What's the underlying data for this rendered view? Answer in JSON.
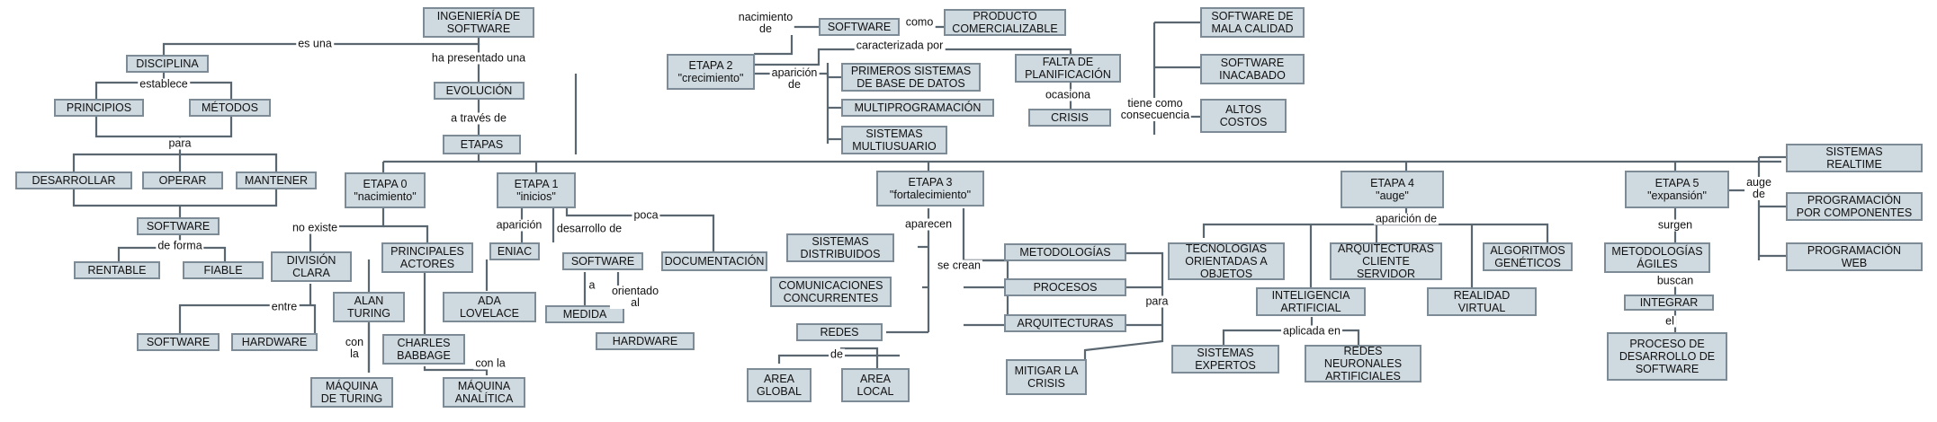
{
  "nodes": {
    "ingenieria": "INGENIERÍA DE\nSOFTWARE",
    "disciplina": "DISCIPLINA",
    "evolucion": "EVOLUCIÓN",
    "etapas": "ETAPAS",
    "principios": "PRINCIPIOS",
    "metodos": "MÉTODOS",
    "desarrollar": "DESARROLLAR",
    "operar": "OPERAR",
    "mantener": "MANTENER",
    "software_a": "SOFTWARE",
    "rentable": "RENTABLE",
    "fiable": "FIABLE",
    "etapa0": "ETAPA 0\n\"nacimiento\"",
    "division_clara": "DIVISIÓN\nCLARA",
    "principales_actores": "PRINCIPALES\nACTORES",
    "software_b": "SOFTWARE",
    "hardware_a": "HARDWARE",
    "alan_turing": "ALAN\nTURING",
    "ada_lovelace": "ADA\nLOVELACE",
    "charles_babbage": "CHARLES\nBABBAGE",
    "maquina_turing": "MÁQUINA\nDE TURING",
    "maquina_analitica": "MÁQUINA\nANALÍTICA",
    "etapa1": "ETAPA 1\n\"inicios\"",
    "eniac": "ENIAC",
    "software_c": "SOFTWARE",
    "documentacion": "DOCUMENTACIÓN",
    "medida": "MEDIDA",
    "hardware_b": "HARDWARE",
    "etapa2": "ETAPA 2\n\"crecimiento\"",
    "software_d": "SOFTWARE",
    "producto": "PRODUCTO\nCOMERCIALIZABLE",
    "primeros_sistemas": "PRIMEROS SISTEMAS\nDE BASE DE DATOS",
    "multiprogramacion": "MULTIPROGRAMACIÓN",
    "sistemas_multiusuario": "SISTEMAS\nMULTIUSUARIO",
    "falta_planificacion": "FALTA DE\nPLANIFICACIÓN",
    "crisis": "CRISIS",
    "software_mala": "SOFTWARE DE\nMALA CALIDAD",
    "software_inacabado": "SOFTWARE\nINACABADO",
    "altos_costos": "ALTOS\nCOSTOS",
    "etapa3": "ETAPA 3\n\"fortalecimiento\"",
    "sistemas_distribuidos": "SISTEMAS\nDISTRIBUIDOS",
    "comunicaciones": "COMUNICACIONES\nCONCURRENTES",
    "redes": "REDES",
    "area_global": "AREA\nGLOBAL",
    "area_local": "AREA\nLOCAL",
    "metodologias": "METODOLOGÍAS",
    "procesos": "PROCESOS",
    "arquitecturas": "ARQUITECTURAS",
    "mitigar": "MITIGAR LA\nCRISIS",
    "etapa4": "ETAPA 4\n\"auge\"",
    "tecnologias_oo": "TECNOLOGÍAS\nORIENTADAS A\nOBJETOS",
    "arq_cliente": "ARQUITECTURAS\nCLIENTE\nSERVIDOR",
    "algoritmos": "ALGORITMOS\nGENÉTICOS",
    "inteligencia": "INTELIGENCIA\nARTIFICIAL",
    "realidad_virtual": "REALIDAD\nVIRTUAL",
    "sistemas_expertos": "SISTEMAS\nEXPERTOS",
    "redes_neuronales": "REDES\nNEURONALES\nARTIFICIALES",
    "etapa5": "ETAPA 5\n\"expansión\"",
    "metodologias_agiles": "METODOLOGÍAS\nÁGILES",
    "integrar": "INTEGRAR",
    "proceso_desarrollo": "PROCESO DE\nDESARROLLO DE\nSOFTWARE",
    "sistemas_realtime": "SISTEMAS\nREALTIME",
    "prog_componentes": "PROGRAMACIÓN\nPOR COMPONENTES",
    "prog_web": "PROGRAMACIÓN\nWEB"
  },
  "labels": {
    "es_una": "es una",
    "ha_presentado_una": "ha presentado una",
    "establece": "establece",
    "a_traves_de": "a través de",
    "para_1": "para",
    "de_forma": "de forma",
    "no_existe": "no existe",
    "entre": "entre",
    "con_la_1": "con\nla",
    "con_la_2": "con la",
    "aparicion_1": "aparición",
    "desarrollo_de": "desarrollo de",
    "poca": "poca",
    "a": "a",
    "orientado_al": "orientado\nal",
    "nacimiento_de": "nacimiento\nde",
    "como": "como",
    "caracterizada_por": "caracterizada por",
    "aparicion_de_2": "aparición\nde",
    "ocasiona": "ocasiona",
    "tiene_como": "tiene como\nconsecuencia",
    "aparecen": "aparecen",
    "se_crean": "se crean",
    "de": "de",
    "para_2": "para",
    "aparicion_de_4": "aparición de",
    "aplicada_en": "aplicada en",
    "surgen": "surgen",
    "buscan": "buscan",
    "el": "el",
    "auge_de": "auge\nde"
  }
}
